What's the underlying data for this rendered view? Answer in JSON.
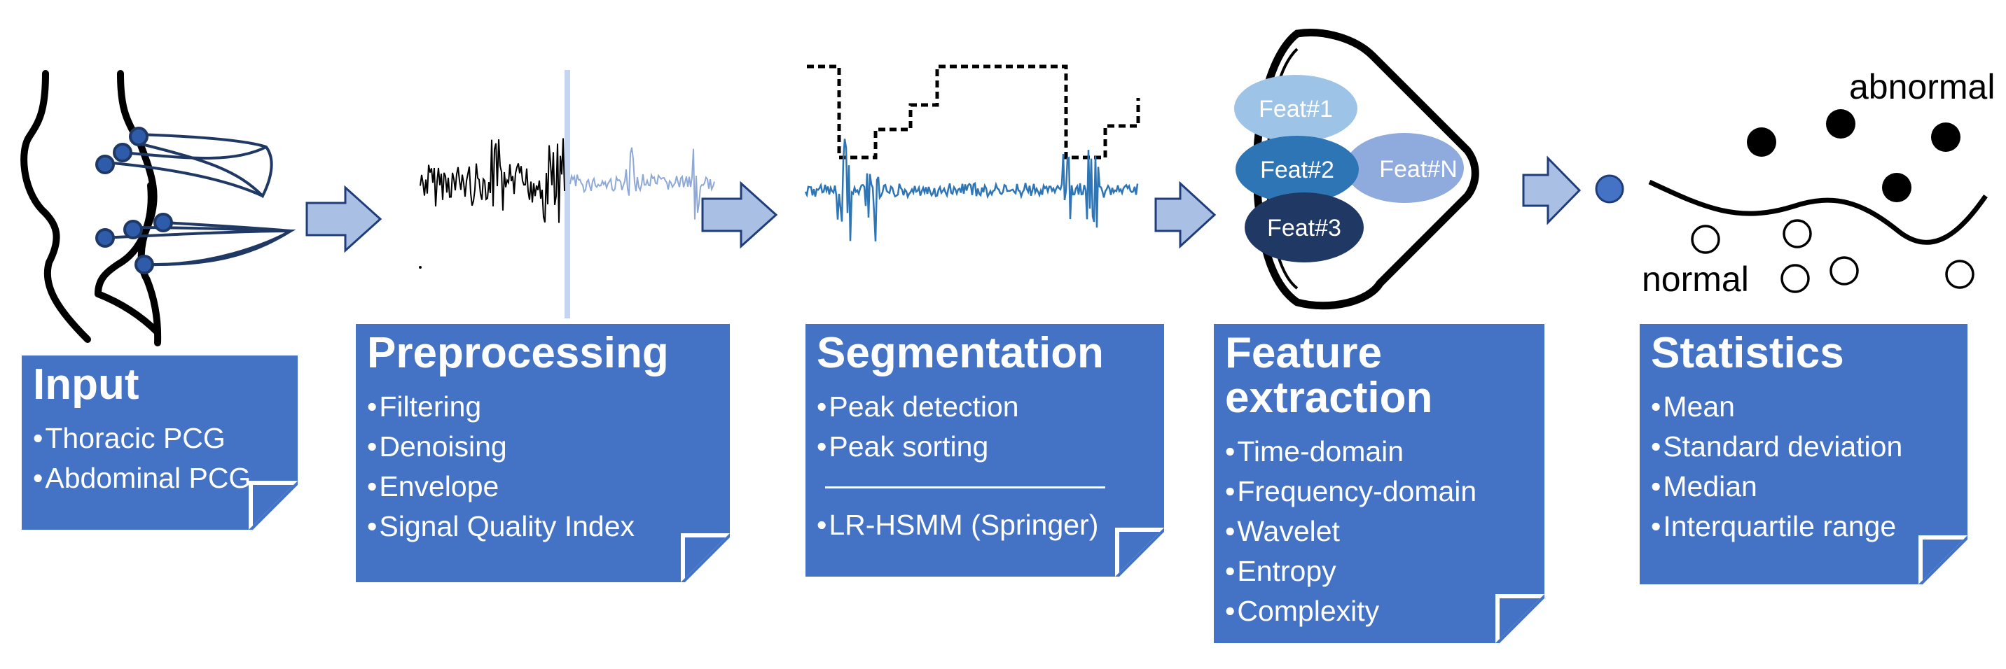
{
  "colors": {
    "card_bg": "#4472c4",
    "arrow_fill": "#a9bfe3",
    "arrow_stroke": "#1f3d7a",
    "feat1": "#9dc3e6",
    "feat2": "#2e75b6",
    "feat3": "#1f3864",
    "featN": "#8faadc"
  },
  "icons": [
    "torso-icon",
    "raw-signal-icon",
    "segmented-signal-icon",
    "feature-funnel-icon",
    "classification-plot-icon"
  ],
  "stages": {
    "input": {
      "title": "Input",
      "items": [
        "Thoracic PCG",
        "Abdominal PCG"
      ]
    },
    "preprocessing": {
      "title": "Preprocessing",
      "items": [
        "Filtering",
        "Denoising",
        "Envelope",
        "Signal Quality Index"
      ]
    },
    "segmentation": {
      "title": "Segmentation",
      "items": [
        "Peak detection",
        "Peak sorting"
      ],
      "method": "LR-HSMM (Springer)"
    },
    "feature_extraction": {
      "title_line1": "Feature",
      "title_line2": "extraction",
      "items": [
        "Time-domain",
        "Frequency-domain",
        "Wavelet",
        "Entropy",
        "Complexity"
      ]
    },
    "statistics": {
      "title": "Statistics",
      "items": [
        "Mean",
        "Standard deviation",
        "Median",
        "Interquartile range"
      ]
    }
  },
  "features": {
    "f1": "Feat#1",
    "f2": "Feat#2",
    "f3": "Feat#3",
    "fN": "Feat#N"
  },
  "classes": {
    "abnormal": "abnormal",
    "normal": "normal"
  }
}
